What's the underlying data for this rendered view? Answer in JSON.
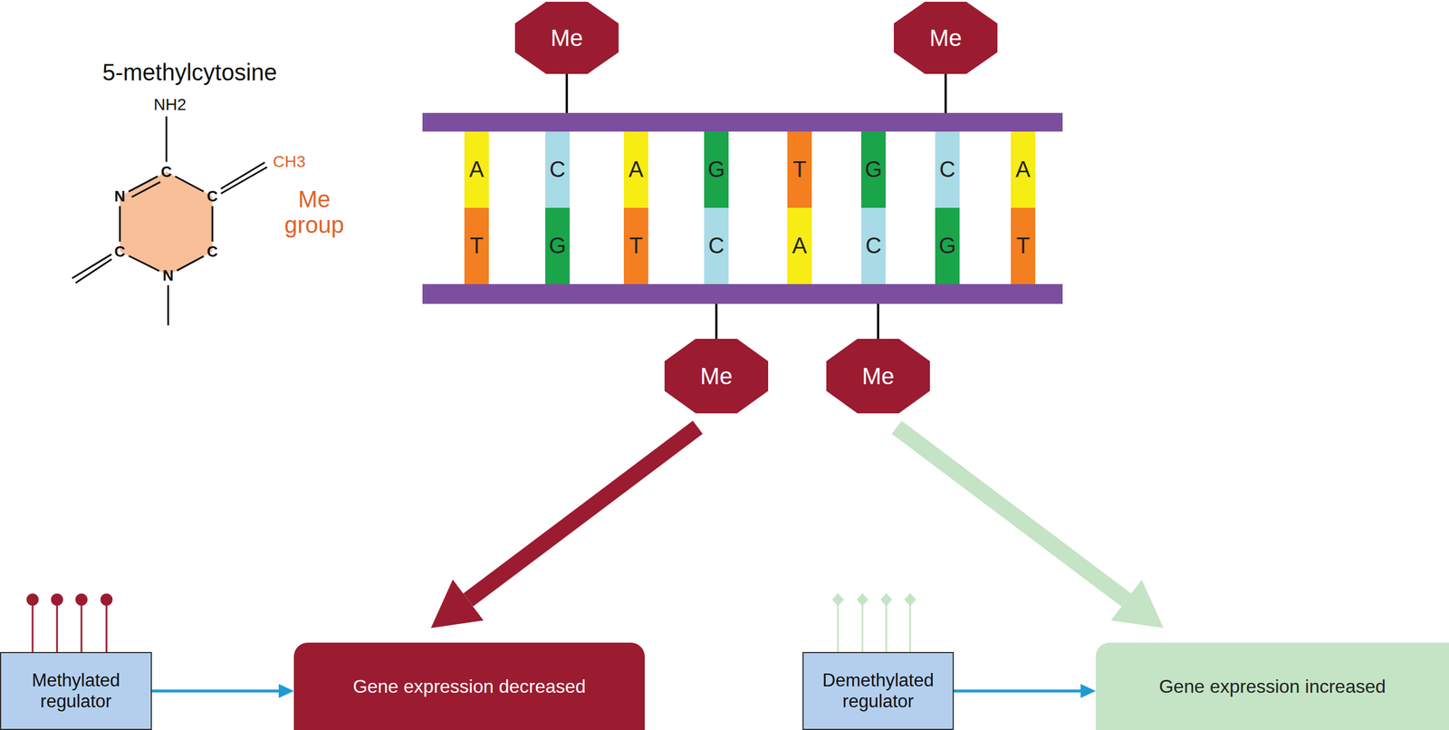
{
  "diagram": {
    "nodes": [
      {
        "text": [
          "Me"
        ]
      },
      {
        "text": [
          "Me"
        ]
      },
      {
        "text": [
          "A"
        ]
      },
      {
        "text": [
          "C"
        ]
      },
      {
        "text": [
          "A"
        ]
      },
      {
        "text": [
          "G"
        ]
      },
      {
        "text": [
          "T"
        ]
      },
      {
        "text": [
          "G"
        ]
      },
      {
        "text": [
          "C"
        ]
      },
      {
        "text": [
          "A"
        ]
      },
      {
        "text": [
          "T"
        ]
      },
      {
        "text": [
          "G"
        ]
      },
      {
        "text": [
          "T"
        ]
      },
      {
        "text": [
          "C"
        ]
      },
      {
        "text": [
          "A"
        ]
      },
      {
        "text": [
          "C"
        ]
      },
      {
        "text": [
          "G"
        ]
      },
      {
        "text": [
          "T"
        ]
      },
      {
        "text": [
          "Me"
        ]
      },
      {
        "text": [
          "Me"
        ]
      },
      {
        "text": [
          "Methylated regulator"
        ]
      },
      {
        "text": [
          "Gene expression decreased"
        ]
      },
      {
        "text": [
          "Demethylated regulator"
        ]
      },
      {
        "text": [
          "Gene expression increased"
        ]
      }
    ],
    "edges": [
      {
        "from": 18,
        "to": 21,
        "arrow": "to"
      },
      {
        "from": 19,
        "to": 23,
        "arrow": "to"
      },
      {
        "from": 20,
        "to": 21,
        "arrow": "to"
      },
      {
        "from": 22,
        "to": 23,
        "arrow": "to"
      }
    ],
    "labels": [
      "5-methylcytosine",
      "NH2",
      "CH3",
      "C",
      "Me group",
      "N",
      "C",
      "C",
      "C",
      "N"
    ]
  }
}
